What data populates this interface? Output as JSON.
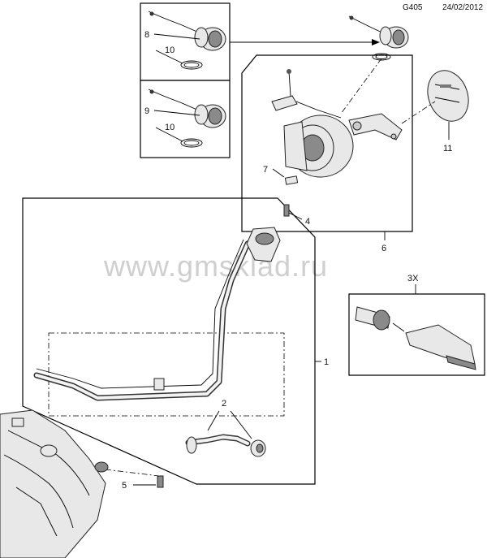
{
  "header": {
    "code": "G405",
    "date": "24/02/2012"
  },
  "watermark": "www.gmsklad.ru",
  "callouts": {
    "c1": "1",
    "c2": "2",
    "c3x": "3X",
    "c4": "4",
    "c5": "5",
    "c6": "6",
    "c7": "7",
    "c8": "8",
    "c9": "9",
    "c10a": "10",
    "c10b": "10",
    "c11": "11"
  }
}
